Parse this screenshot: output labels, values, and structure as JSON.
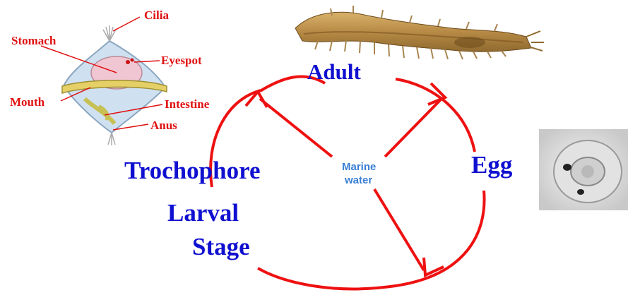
{
  "cycle": {
    "adult": "Adult",
    "egg": "Egg",
    "trochophore": "Trochophore",
    "larval": "Larval",
    "stage": "Stage",
    "center_line1": "Marine",
    "center_line2": "water"
  },
  "anatomy": {
    "cilia": "Cilia",
    "stomach": "Stomach",
    "eyespot": "Eyespot",
    "mouth": "Mouth",
    "intestine": "Intestine",
    "anus": "Anus"
  },
  "colors": {
    "cycle_label": "#1010d0",
    "part_label": "#e01010",
    "arrow": "#ee1111",
    "center_label": "#3a7fd5"
  }
}
